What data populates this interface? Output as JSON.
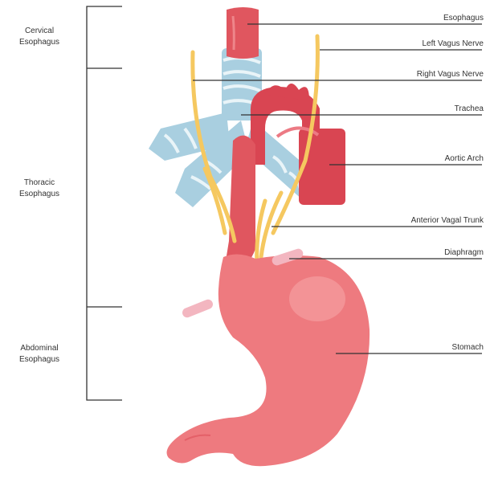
{
  "labels": {
    "esophagus": "Esophagus",
    "left_vagus_nerve": "Left Vagus Nerve",
    "right_vagus_nerve": "Right Vagus Nerve",
    "trachea": "Trachea",
    "aortic_arch": "Aortic Arch",
    "anterior_vagal_trunk": "Anterior Vagal Trunk",
    "diaphragm": "Diaphragm",
    "stomach": "Stomach"
  },
  "regions": {
    "cervical_line1": "Cervical",
    "cervical_line2": "Esophagus",
    "thoracic_line1": "Thoracic",
    "thoracic_line2": "Esophagus",
    "abdominal_line1": "Abdominal",
    "abdominal_line2": "Esophagus"
  },
  "colors": {
    "esophagus": "#e0565f",
    "stomach": "#ee7a7f",
    "stomach_highlight": "#f49a9c",
    "aorta": "#d94552",
    "trachea": "#a9cfe0",
    "trachea_stripe": "#e9f4f8",
    "nerve": "#f5c860",
    "diaphragm": "#f3b6c0",
    "leader_line": "#333333"
  }
}
